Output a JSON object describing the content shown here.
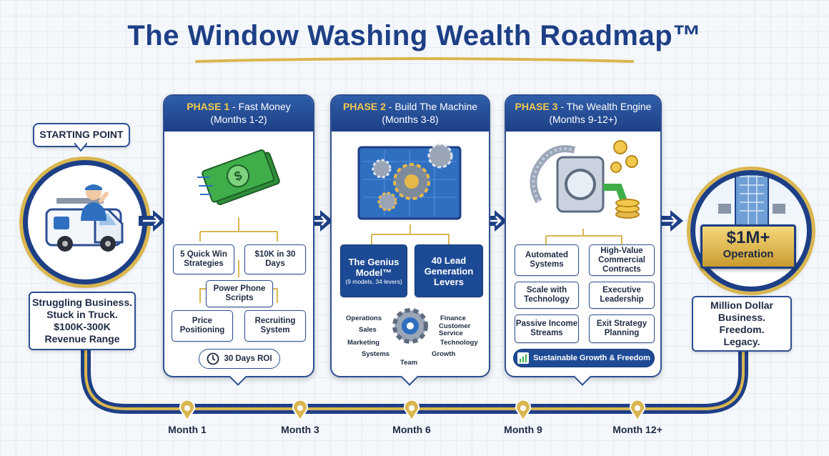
{
  "title": "The Window Washing Wealth Roadmap™",
  "start": {
    "tag": "STARTING POINT",
    "description": [
      "Struggling Business.",
      "Stuck in Truck.",
      "$100K-300K",
      "Revenue Range"
    ]
  },
  "phases": [
    {
      "label": "PHASE 1",
      "name": " - Fast Money",
      "months": "(Months 1-2)",
      "nodes": [
        "5 Quick Win Strategies",
        "$10K in 30 Days",
        "Power Phone Scripts",
        "Price Positioning",
        "Recruiting System"
      ],
      "footer": "30 Days ROI"
    },
    {
      "label": "PHASE 2",
      "name": " - Build The Machine",
      "months": "(Months 3-8)",
      "nodes": [
        "The Genius Model™",
        "(9 models, 34 levers)",
        "40 Lead Generation Levers"
      ],
      "gear_labels": [
        "Operations",
        "Sales",
        "Marketing",
        "Systems",
        "Team",
        "Finance",
        "Customer Service",
        "Technology",
        "Growth"
      ]
    },
    {
      "label": "PHASE 3",
      "name": " - The Wealth Engine",
      "months": "(Months 9-12+)",
      "nodes": [
        "Automated Systems",
        "High-Value Commercial Contracts",
        "Scale with Technology",
        "Executive Leadership",
        "Passive Income Streams",
        "Exit Strategy Planning"
      ],
      "footer": "Sustainable Growth & Freedom"
    }
  ],
  "end": {
    "badge_value": "$1M+",
    "badge_label": "Operation",
    "description": [
      "Million Dollar",
      "Business.",
      "Freedom.",
      "Legacy."
    ]
  },
  "timeline": [
    "Month 1",
    "Month 3",
    "Month 6",
    "Month 9",
    "Month 12+"
  ],
  "colors": {
    "navy": "#1d3f86",
    "gold": "#d9b650",
    "phase_label": "#f2c94c",
    "money_green": "#3fae4a"
  },
  "icons": [
    "van-icon",
    "worker-icon",
    "money-icon",
    "blueprint-gears-icon",
    "wealth-machine-icon",
    "building-icon",
    "clock-icon",
    "growth-chart-icon",
    "gear-icon",
    "arrow-right-icon"
  ]
}
